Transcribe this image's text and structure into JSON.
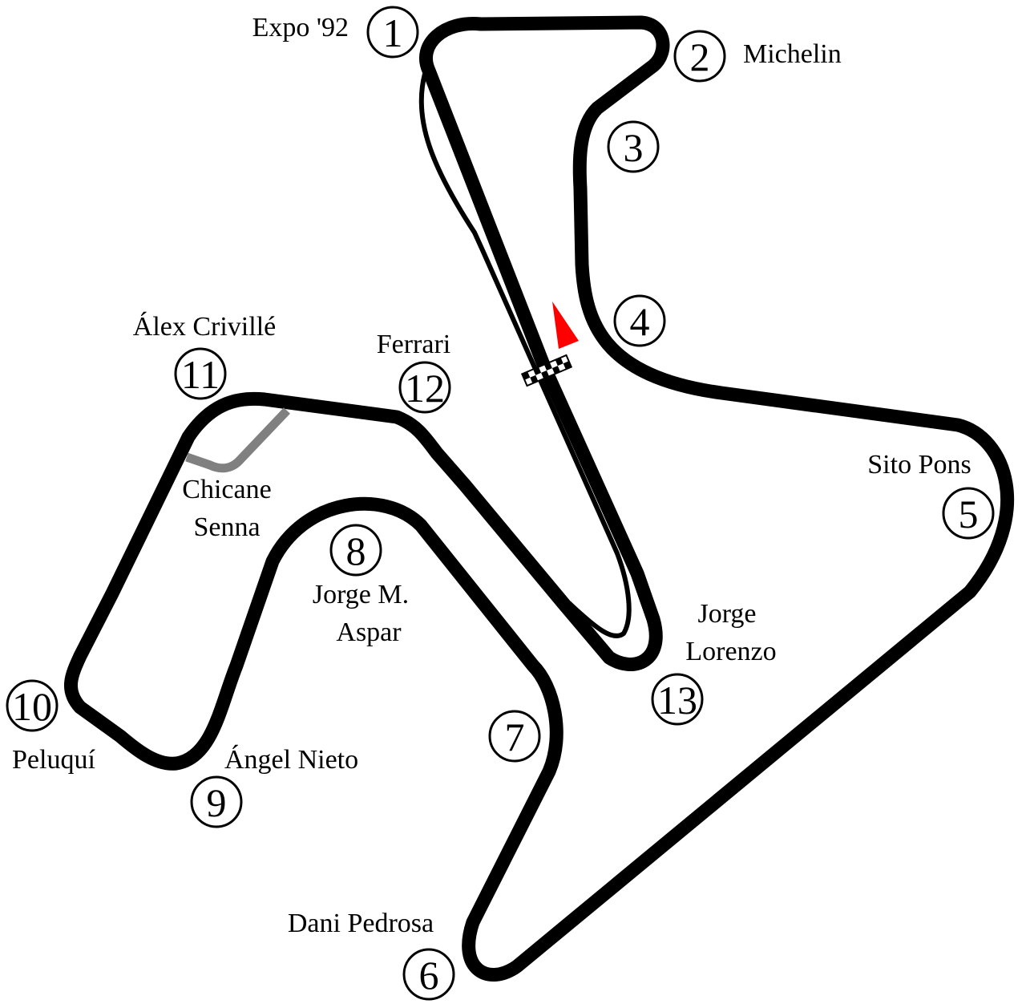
{
  "colors": {
    "track": "#000000",
    "chicane": "#808080",
    "direction_arrow": "#ff0000",
    "background": "#ffffff"
  },
  "corners": [
    {
      "number": "1",
      "name": "Expo '92"
    },
    {
      "number": "2",
      "name": "Michelin"
    },
    {
      "number": "3",
      "name": ""
    },
    {
      "number": "4",
      "name": ""
    },
    {
      "number": "5",
      "name": "Sito Pons"
    },
    {
      "number": "6",
      "name": "Dani Pedrosa"
    },
    {
      "number": "7",
      "name": ""
    },
    {
      "number": "8",
      "name_line1": "Jorge M.",
      "name_line2": "Aspar"
    },
    {
      "number": "9",
      "name": "Ángel Nieto"
    },
    {
      "number": "10",
      "name": "Peluquí"
    },
    {
      "number": "11",
      "name": "Álex Crivillé"
    },
    {
      "number": "12",
      "name": "Ferrari"
    },
    {
      "number": "13",
      "name_line1": "Jorge",
      "name_line2": "Lorenzo"
    }
  ],
  "chicane": {
    "line1": "Chicane",
    "line2": "Senna"
  },
  "icons": {
    "start_finish": "checkered-flag-icon",
    "direction": "red-triangle-arrow-icon"
  }
}
